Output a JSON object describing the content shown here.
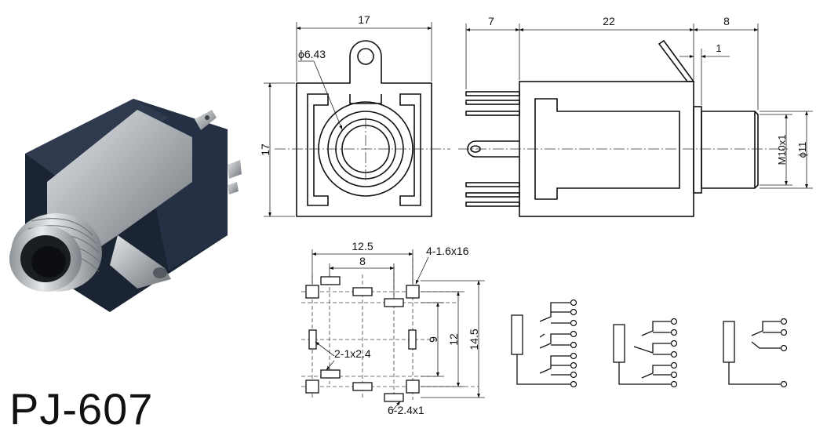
{
  "title": "PJ-607",
  "front_view": {
    "width_label": "17",
    "height_label": "17",
    "bore_label": "ϕ6.43"
  },
  "side_view": {
    "pin_length_label": "7",
    "body_length_label": "22",
    "thread_length_label": "8",
    "flange_label": "1",
    "thread_label": "M10x1",
    "diameter_label": "ϕ11"
  },
  "pcb_layout": {
    "overall_width_label": "12.5",
    "inner_width_label": "8",
    "slot_label_top": "4-1.6x16",
    "slot_label_middle": "2-1x2.4",
    "slot_label_bottom": "6-2.4x1",
    "height_inner_label": "9",
    "height_mid_label": "12",
    "height_outer_label": "14.5"
  },
  "colors": {
    "line": "#111111",
    "housing": "#1b2433",
    "metal": "#b8bcc0"
  }
}
